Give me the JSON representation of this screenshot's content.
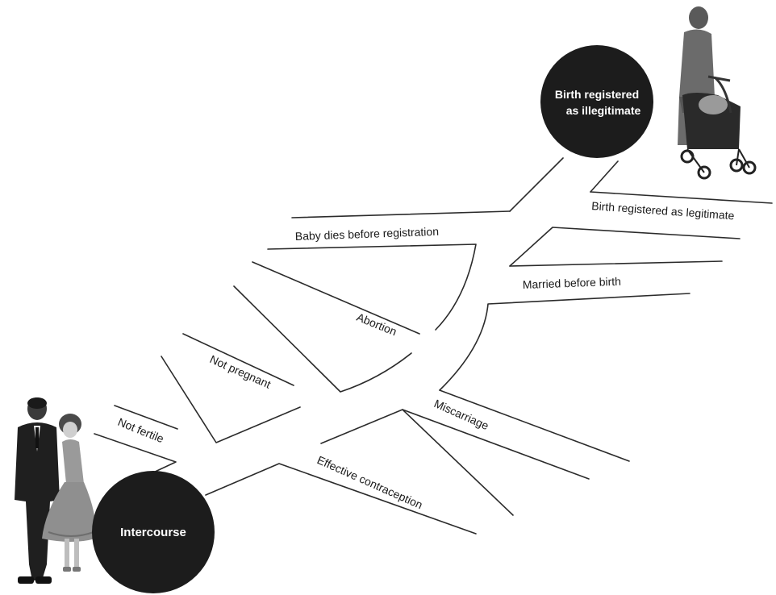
{
  "nodes": {
    "start": {
      "lines": [
        "Intercourse"
      ]
    },
    "end": {
      "lines": [
        "Birth registered",
        "as illegitimate"
      ]
    }
  },
  "branches": {
    "not_fertile": "Not fertile",
    "effective_contraception": "Effective contraception",
    "not_pregnant": "Not pregnant",
    "miscarriage": "Miscarriage",
    "abortion": "Abortion",
    "married_before_birth": "Married before birth",
    "baby_dies": "Baby dies before registration",
    "birth_legitimate": "Birth registered as legitimate"
  },
  "colors": {
    "node_fill": "#1c1c1c",
    "line": "#2b2b2b",
    "text": "#1a1a1a"
  },
  "illustrations": {
    "couple": "couple-photo",
    "mother_pram": "woman-with-pram-photo"
  }
}
